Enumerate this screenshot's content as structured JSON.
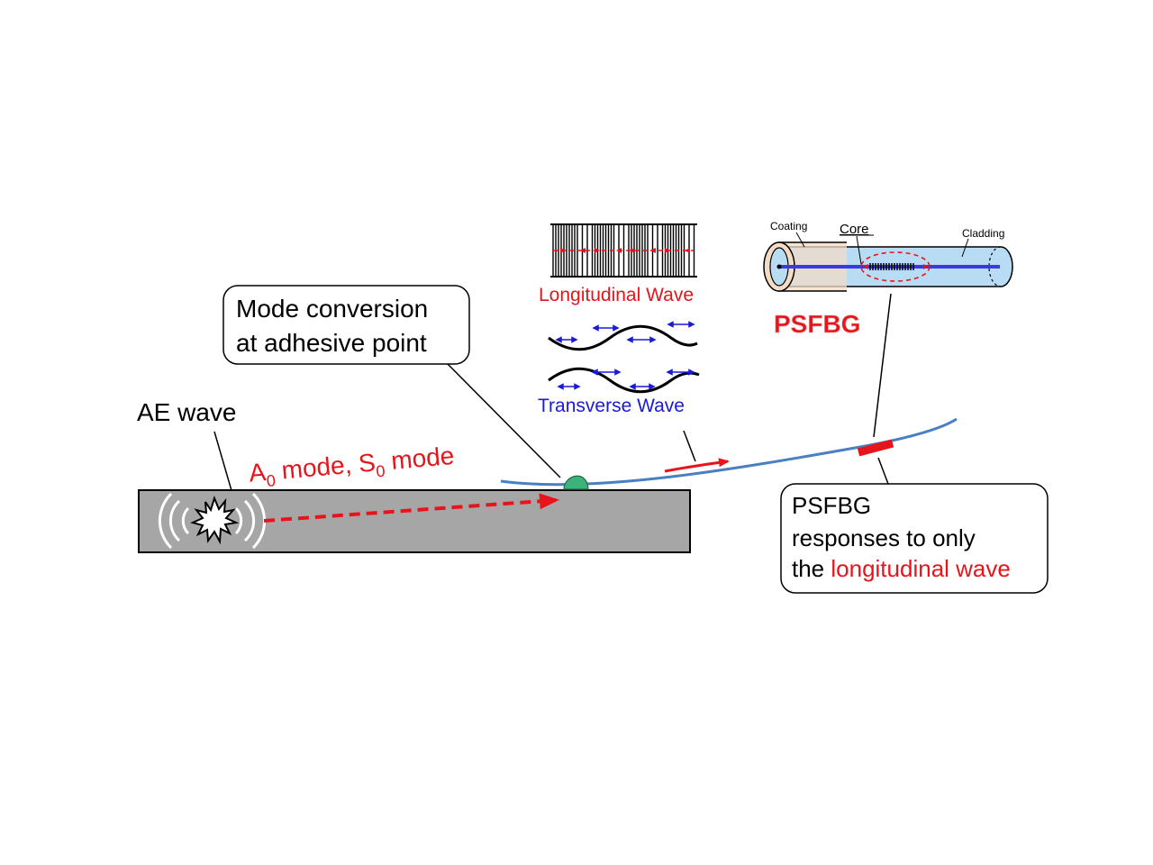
{
  "labels": {
    "mode_conversion_line1": "Mode conversion",
    "mode_conversion_line2": "at adhesive point",
    "ae_wave": "AE wave",
    "mode_a": "A",
    "mode_a_sub": "0",
    "mode_mid": " mode, S",
    "mode_s_sub": "0",
    "mode_end": " mode",
    "longitudinal_wave": "Longitudinal Wave",
    "transverse_wave": "Transverse Wave",
    "coating": "Coating",
    "core": "Core",
    "cladding": "Cladding",
    "psfbg_title": "PSFBG",
    "response_line1": "PSFBG",
    "response_line2": "responses to only",
    "response_line3_prefix": "the ",
    "response_line3_highlight": "longitudinal wave"
  },
  "colors": {
    "red": "#e8141b",
    "blue": "#1a1ad6",
    "plate": "#a6a6a6",
    "fiber": "#4a7fc1",
    "cladding_fill": "#b9dcf5",
    "coating_fill": "#f3dcc5",
    "adhesive": "#3cb37a"
  }
}
